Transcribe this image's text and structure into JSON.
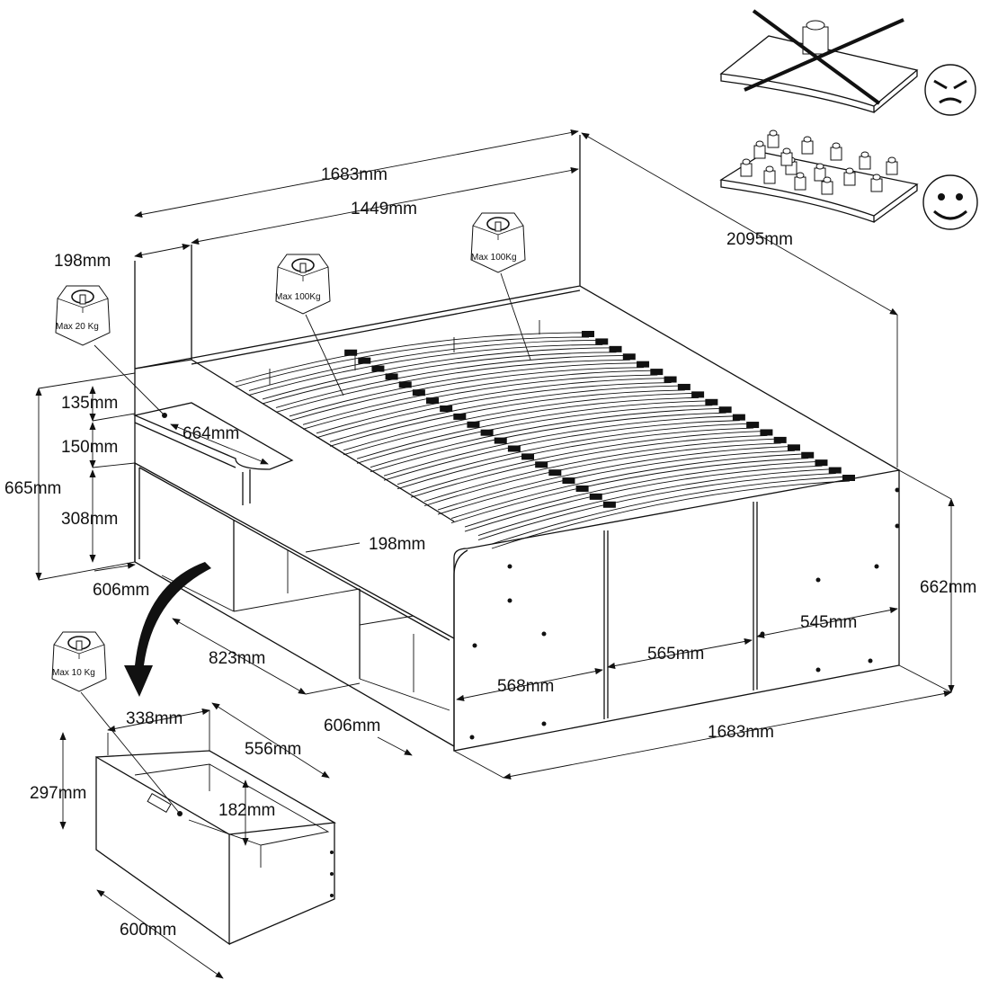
{
  "dimensions": {
    "total_length_top": "1683mm",
    "inner_length": "1449mm",
    "head_width": "198mm",
    "total_depth": "2095mm",
    "total_height_left": "665mm",
    "top_gap": "135mm",
    "shelf_gap": "150mm",
    "shelf_height": "308mm",
    "shelf_length": "664mm",
    "shelf_depth": "198mm",
    "left_depth": "606mm",
    "compartment_length": "823mm",
    "compartment_depth": "606mm",
    "door_1": "568mm",
    "door_2": "565mm",
    "door_3": "545mm",
    "total_length_bottom": "1683mm",
    "front_height": "662mm",
    "drawer_inner_depth": "338mm",
    "drawer_length": "556mm",
    "drawer_height": "297mm",
    "drawer_inner_height": "182mm",
    "drawer_width": "600mm"
  },
  "load_labels": {
    "shelf": "Max 20  Kg",
    "slats_left": "Max 100Kg",
    "slats_right": "Max 100Kg",
    "drawer": "Max 10  Kg"
  },
  "icons": [
    "point-load-forbidden-icon",
    "angry-face-icon",
    "distributed-load-ok-icon",
    "happy-face-icon",
    "weight-icon",
    "curved-arrow-icon"
  ]
}
